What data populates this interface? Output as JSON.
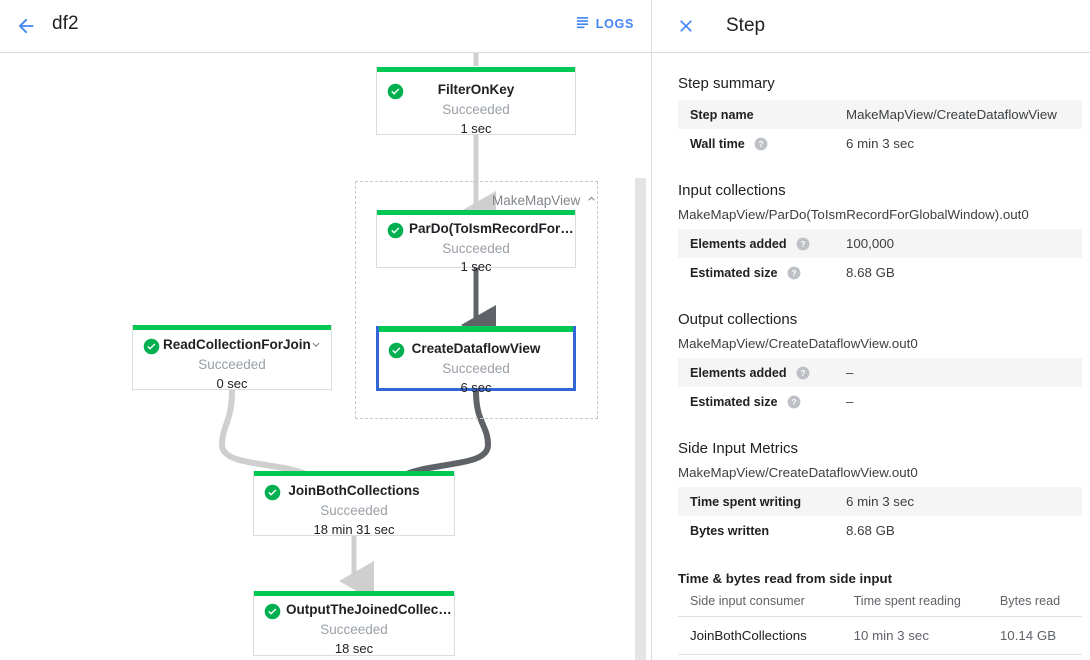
{
  "topbar": {
    "back_icon": "arrow-back-icon",
    "job_title": "df2",
    "logs_label": "LOGS",
    "logs_icon": "subject-icon",
    "accent_color": "#4285f4"
  },
  "graph": {
    "group": {
      "label": "MakeMapView",
      "collapse_icon": "chevron-up-icon"
    },
    "nodes": [
      {
        "id": "filter-on-key",
        "title": "FilterOnKey",
        "status": "Succeeded",
        "time": "1 sec",
        "status_color": "#00c853",
        "selected": false,
        "has_chevron": false
      },
      {
        "id": "pardo-toismrecordfor",
        "title": "ParDo(ToIsmRecordFor…",
        "status": "Succeeded",
        "time": "1 sec",
        "status_color": "#00c853",
        "selected": false,
        "has_chevron": false
      },
      {
        "id": "create-dataflow-view",
        "title": "CreateDataflowView",
        "status": "Succeeded",
        "time": "6 sec",
        "status_color": "#00c853",
        "selected": true,
        "has_chevron": false
      },
      {
        "id": "read-collection-for-join",
        "title": "ReadCollectionForJoin",
        "status": "Succeeded",
        "time": "0 sec",
        "status_color": "#00c853",
        "selected": false,
        "has_chevron": true,
        "chevron_icon": "chevron-down-icon"
      },
      {
        "id": "join-both-collections",
        "title": "JoinBothCollections",
        "status": "Succeeded",
        "time": "18 min 31 sec",
        "status_color": "#00c853",
        "selected": false,
        "has_chevron": false
      },
      {
        "id": "output-the-joined-collection",
        "title": "OutputTheJoinedCollec…",
        "status": "Succeeded",
        "time": "18 sec",
        "status_color": "#00c853",
        "selected": false,
        "has_chevron": false
      }
    ]
  },
  "detail": {
    "close_icon": "close-icon",
    "title": "Step",
    "step_summary": {
      "heading": "Step summary",
      "rows": [
        {
          "key": "Step name",
          "value": "MakeMapView/CreateDataflowView",
          "help": false
        },
        {
          "key": "Wall time",
          "value": "6 min 3 sec",
          "help": true
        }
      ]
    },
    "input_collections": {
      "heading": "Input collections",
      "collection": "MakeMapView/ParDo(ToIsmRecordForGlobalWindow).out0",
      "rows": [
        {
          "key": "Elements added",
          "value": "100,000",
          "help": true
        },
        {
          "key": "Estimated size",
          "value": "8.68 GB",
          "help": true
        }
      ]
    },
    "output_collections": {
      "heading": "Output collections",
      "collection": "MakeMapView/CreateDataflowView.out0",
      "rows": [
        {
          "key": "Elements added",
          "value": "–",
          "help": true
        },
        {
          "key": "Estimated size",
          "value": "–",
          "help": true
        }
      ]
    },
    "side_input_metrics": {
      "heading": "Side Input Metrics",
      "collection": "MakeMapView/CreateDataflowView.out0",
      "rows": [
        {
          "key": "Time spent writing",
          "value": "6 min 3 sec",
          "help": false
        },
        {
          "key": "Bytes written",
          "value": "8.68 GB",
          "help": false
        }
      ]
    },
    "side_input_reads": {
      "heading": "Time & bytes read from side input",
      "columns": [
        "Side input consumer",
        "Time spent reading",
        "Bytes read"
      ],
      "rows": [
        {
          "consumer": "JoinBothCollections",
          "time": "10 min 3 sec",
          "bytes": "10.14 GB"
        }
      ]
    }
  }
}
